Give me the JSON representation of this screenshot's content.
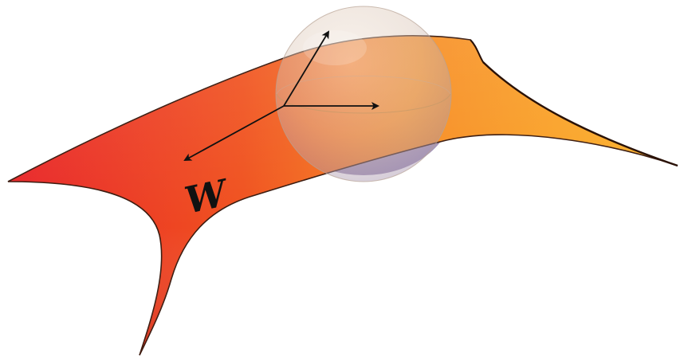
{
  "figure": {
    "surface_label": "W",
    "colors": {
      "surface_left": "#e8262a",
      "surface_mid": "#f46e1e",
      "surface_right": "#fcb42a",
      "surface_edge": "#3a1a0e",
      "sphere_top": "#e6d2c0",
      "sphere_bottom": "#a896b8",
      "arrow": "#111111"
    },
    "icons": {
      "manifold": "saddle-surface",
      "ball": "translucent-sphere",
      "vectors": "tangent-and-normal-arrows"
    }
  }
}
